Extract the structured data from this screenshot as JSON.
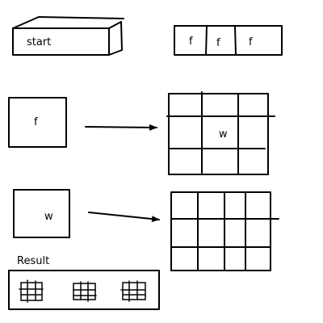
{
  "start_box": {
    "label": "start"
  },
  "cells_box": {
    "labels": [
      "f",
      "f",
      "f"
    ]
  },
  "step1": {
    "input_label": "f",
    "output_label": "w"
  },
  "step2": {
    "input_label": "w"
  },
  "result": {
    "title": "Result",
    "icon_count": 3,
    "icon_name": "grid-icon"
  }
}
